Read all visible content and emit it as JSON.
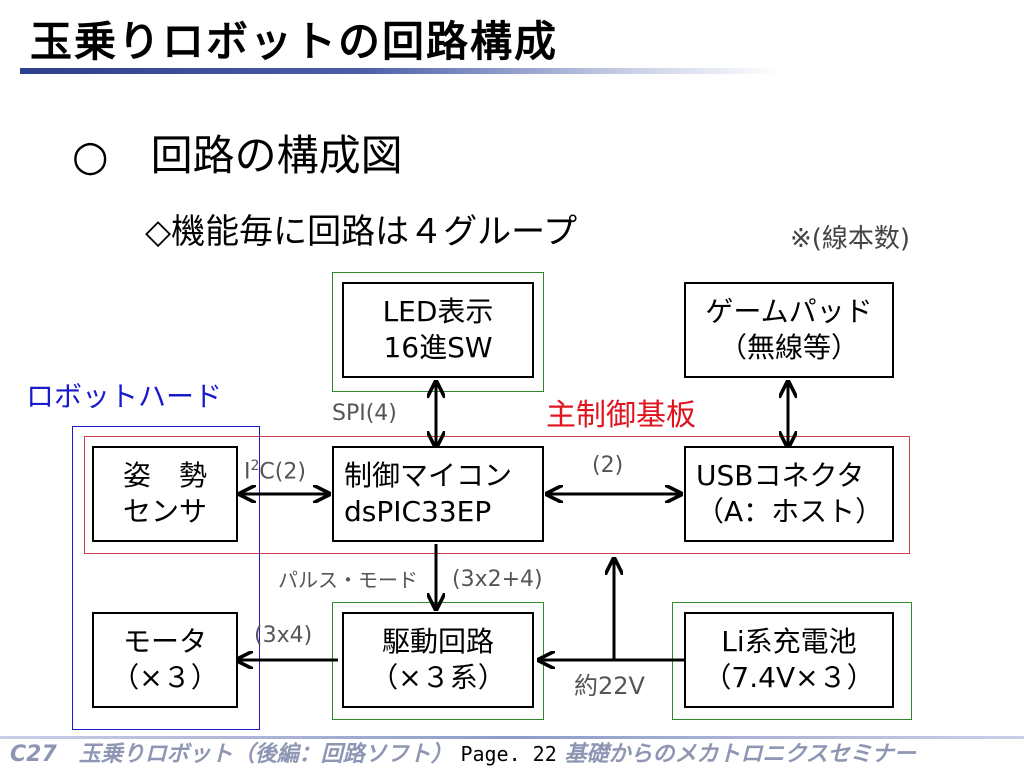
{
  "title": "玉乗りロボットの回路構成",
  "heading": "○　回路の構成図",
  "subheading": "◇機能毎に回路は４グループ",
  "note": "※(線本数)",
  "groups": {
    "robot_hard": "ロボットハード",
    "main_board": "主制御基板"
  },
  "blocks": {
    "led": {
      "line1": "LED表示",
      "line2": "16進SW"
    },
    "gamepad": {
      "line1": "ゲームパッド",
      "line2": "（無線等）"
    },
    "sensor": {
      "line1": "姿　勢",
      "line2": "センサ"
    },
    "mcu": {
      "line1": "制御マイコン",
      "line2": "dsPIC33EP"
    },
    "usb": {
      "line1": "USBコネクタ",
      "line2": "（A：ホスト）"
    },
    "motor": {
      "line1": "モータ",
      "line2": "（×３）"
    },
    "driver": {
      "line1": "駆動回路",
      "line2": "（×３系）"
    },
    "battery": {
      "line1": "Li系充電池",
      "line2": "（7.4V×３）"
    }
  },
  "connections": {
    "spi": "SPI(4)",
    "i2c_prefix": "I",
    "i2c_sup": "2",
    "i2c_suffix": "C(2)",
    "usb_lines": "(2)",
    "pulse_mode": "パルス・モード",
    "pulse_count": "(3x2+4)",
    "motor_lines": "(3x4)",
    "voltage": "約22V"
  },
  "footer": {
    "left": "C27　玉乗りロボット（後編：回路ソフト）",
    "page": "Page. 22",
    "right": "基礎からのメカトロニクスセミナー"
  },
  "colors": {
    "group_green": "#2e8b2e",
    "main_board_red": "#d0404a",
    "robot_hard_blue": "#1a1acd",
    "title_underline": "#2b3f8c"
  }
}
